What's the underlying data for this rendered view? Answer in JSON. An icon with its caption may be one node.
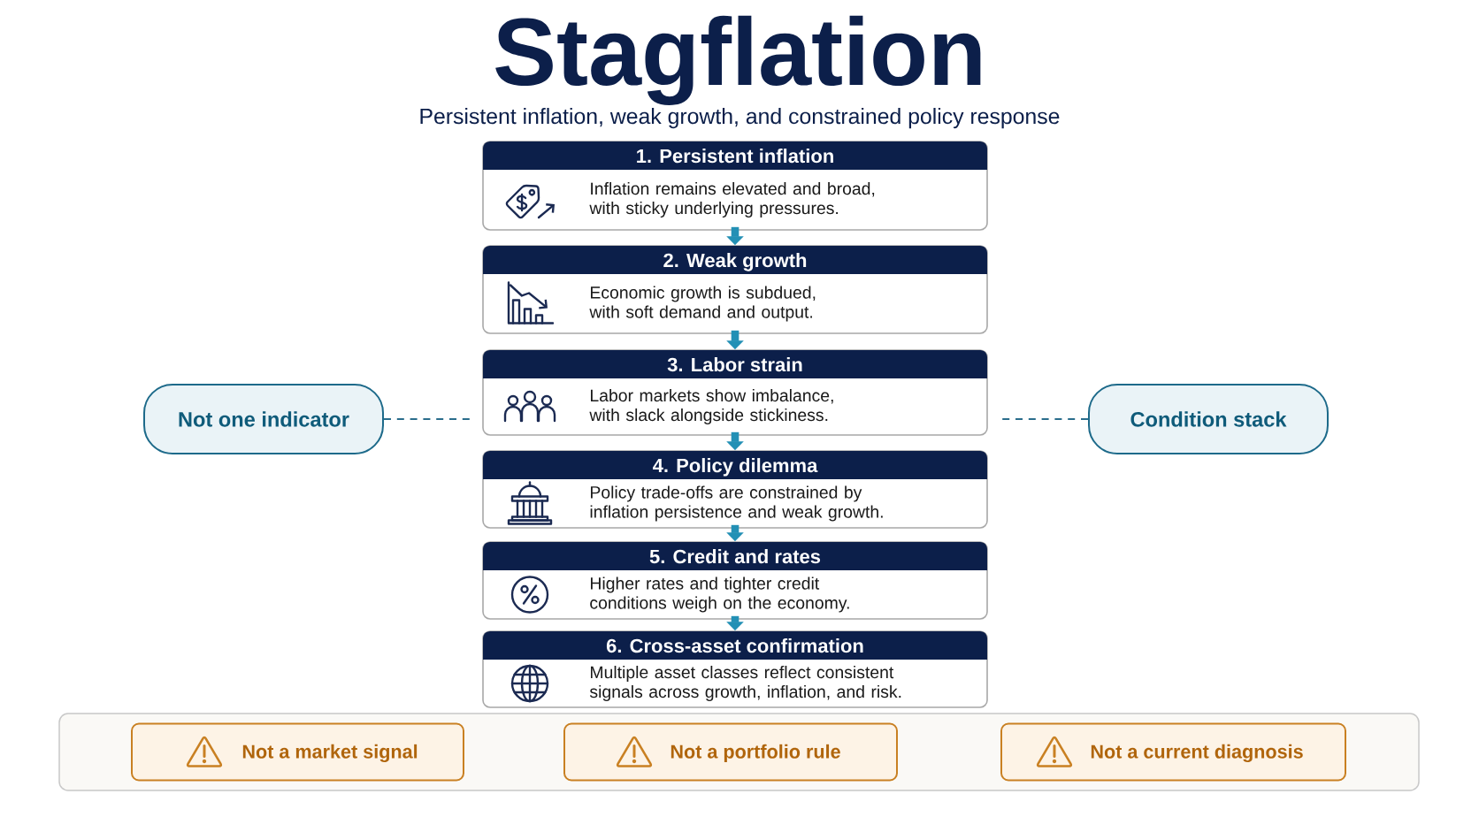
{
  "diagram": {
    "title": "Stagflation",
    "nodes": [
      {
        "text": [
          "1. Persistent inflation",
          "Inflation remains elevated and broad, with sticky underlying pressures."
        ]
      },
      {
        "text": [
          "2. Weak growth",
          "Economic growth is subdued, with soft demand and output."
        ]
      },
      {
        "text": [
          "3. Labor strain",
          "Labor markets show imbalance, with slack alongside stickiness."
        ]
      },
      {
        "text": [
          "4. Policy dilemma",
          "Policy trade-offs are constrained by inflation persistence and weak growth."
        ]
      },
      {
        "text": [
          "5. Credit and rates",
          "Higher rates and tighter credit conditions weigh on the economy."
        ]
      },
      {
        "text": [
          "6. Cross-asset confirmation",
          "Multiple asset classes reflect consistent signals across growth, inflation, and risk."
        ]
      },
      {
        "text": [
          "Not one indicator"
        ]
      },
      {
        "text": [
          "Condition stack"
        ]
      },
      {
        "text": [],
        "shape": "box"
      },
      {
        "text": [
          "Not a market signal"
        ],
        "in": 8
      },
      {
        "text": [
          "Not a portfolio rule"
        ],
        "in": 8
      },
      {
        "text": [
          "Not a current diagnosis"
        ],
        "in": 8
      }
    ],
    "edges": [
      {
        "from": 0,
        "to": 1,
        "arrow": "to"
      },
      {
        "from": 1,
        "to": 2,
        "arrow": "to"
      },
      {
        "from": 2,
        "to": 3,
        "arrow": "to"
      },
      {
        "from": 3,
        "to": 4,
        "arrow": "to"
      },
      {
        "from": 4,
        "to": 5,
        "arrow": "to"
      },
      {
        "from": 6,
        "to": 2,
        "arrow": "none",
        "style": "dashed",
        "color": "#2a6d8c"
      },
      {
        "from": 7,
        "to": 2,
        "arrow": "none",
        "style": "dashed",
        "color": "#2a6d8c"
      }
    ],
    "labels": [
      "Persistent inflation, weak growth, and constrained policy response"
    ]
  }
}
